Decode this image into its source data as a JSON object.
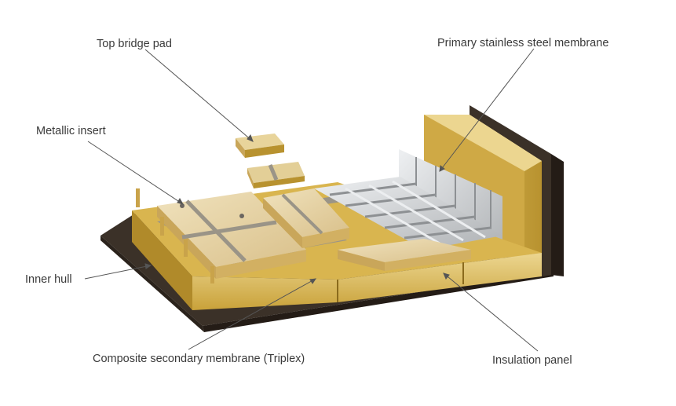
{
  "labels": {
    "top_bridge_pad": "Top bridge pad",
    "primary_membrane": "Primary stainless steel membrane",
    "metallic_insert": "Metallic insert",
    "inner_hull": "Inner hull",
    "composite_membrane": "Composite secondary membrane (Triplex)",
    "insulation_panel": "Insulation panel"
  },
  "colors": {
    "background": "#ffffff",
    "text": "#3a3a3a",
    "leader_line": "#555555",
    "hull": "#3b3128",
    "hull_dark": "#241c16",
    "insulation": "#d8b34a",
    "insulation_light": "#ecd690",
    "insulation_dark": "#b08a2a",
    "plywood": "#e8d7ae",
    "plywood_side": "#c9a65a",
    "triplex": "#9a9487",
    "steel": "#cfd1d3",
    "steel_dark": "#8d9093",
    "steel_light": "#eceef0"
  }
}
